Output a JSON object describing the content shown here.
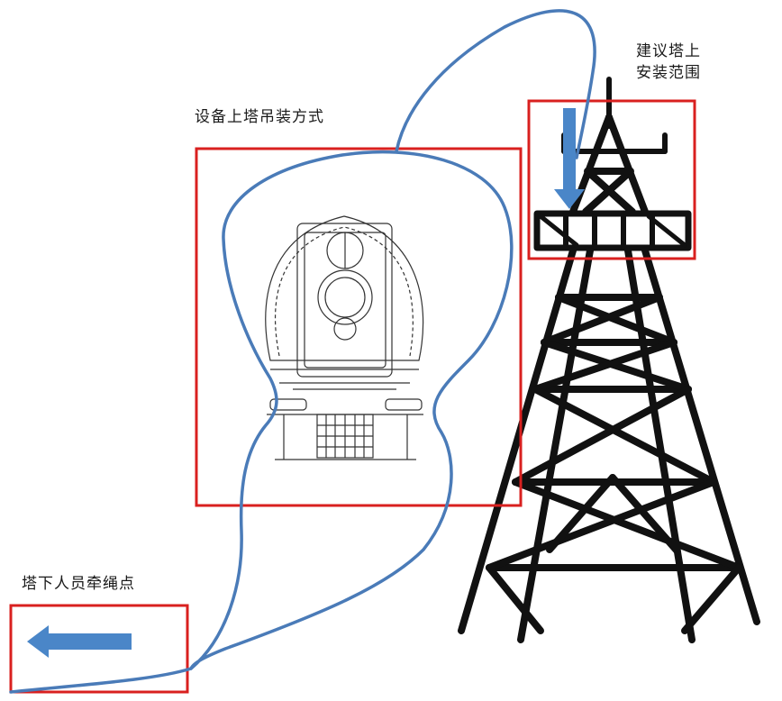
{
  "labels": {
    "install_method": "设备上塔吊装方式",
    "tower_range_line1": "建议塔上",
    "tower_range_line2": "安装范围",
    "ground_rope_point": "塔下人员牵绳点"
  },
  "colors": {
    "box": "#d9201f",
    "rope": "#4a7bb8",
    "arrow": "#4a86c8",
    "tower": "#111111",
    "device": "#333333"
  }
}
